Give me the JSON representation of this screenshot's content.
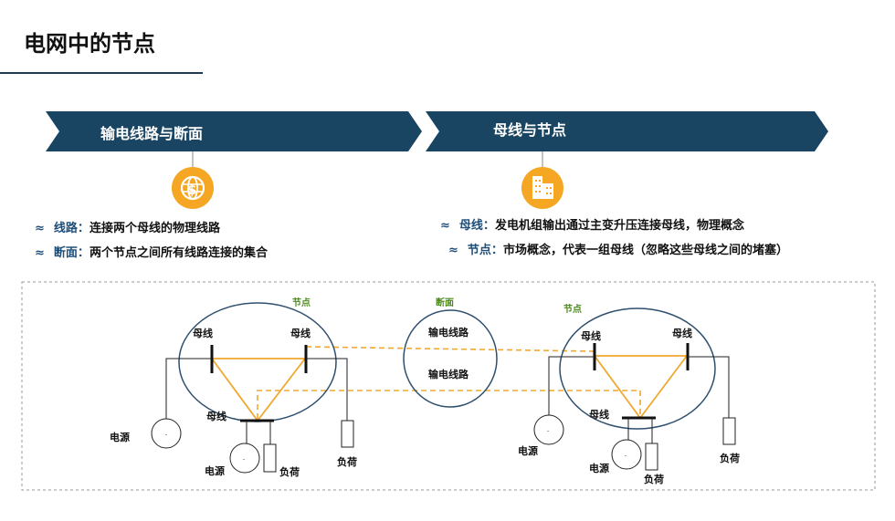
{
  "page": {
    "title": "电网中的节点"
  },
  "sections": [
    {
      "banner": "输电线路与断面",
      "icon": "globe-dollar-icon",
      "bullets": [
        {
          "mark": "≈",
          "key": "线路",
          "sep": "：",
          "text": "连接两个母线的物理线路"
        },
        {
          "mark": "≈",
          "key": "断面",
          "sep": "：",
          "text": "两个节点之间所有线路连接的集合"
        }
      ]
    },
    {
      "banner": "母线与节点",
      "icon": "building-icon",
      "bullets": [
        {
          "mark": "≈",
          "key": "母线",
          "sep": "：",
          "text": "发电机组输出通过主变升压连接母线，物理概念"
        },
        {
          "mark": "≈",
          "key": "节点",
          "sep": "：",
          "text": "市场概念，代表一组母线（忽略这些母线之间的堵塞）"
        }
      ]
    }
  ],
  "diagram": {
    "left_node": {
      "label": "节点",
      "bus1": "母线",
      "bus2": "母线",
      "bus3": "母线",
      "source1": "电源",
      "source2": "电源",
      "load1": "负荷",
      "load2": "负荷"
    },
    "section": {
      "label": "断面",
      "line1": "输电线路",
      "line2": "输电线路"
    },
    "right_node": {
      "label": "节点",
      "bus1": "母线",
      "bus2": "母线",
      "bus3": "母线",
      "source1": "电源",
      "source2": "电源",
      "load1": "负荷",
      "load2": "负荷"
    }
  },
  "colors": {
    "navy": "#1a4562",
    "orange": "#f5a623",
    "line_orange": "#f0a830",
    "circle": "#2f4f6f"
  }
}
